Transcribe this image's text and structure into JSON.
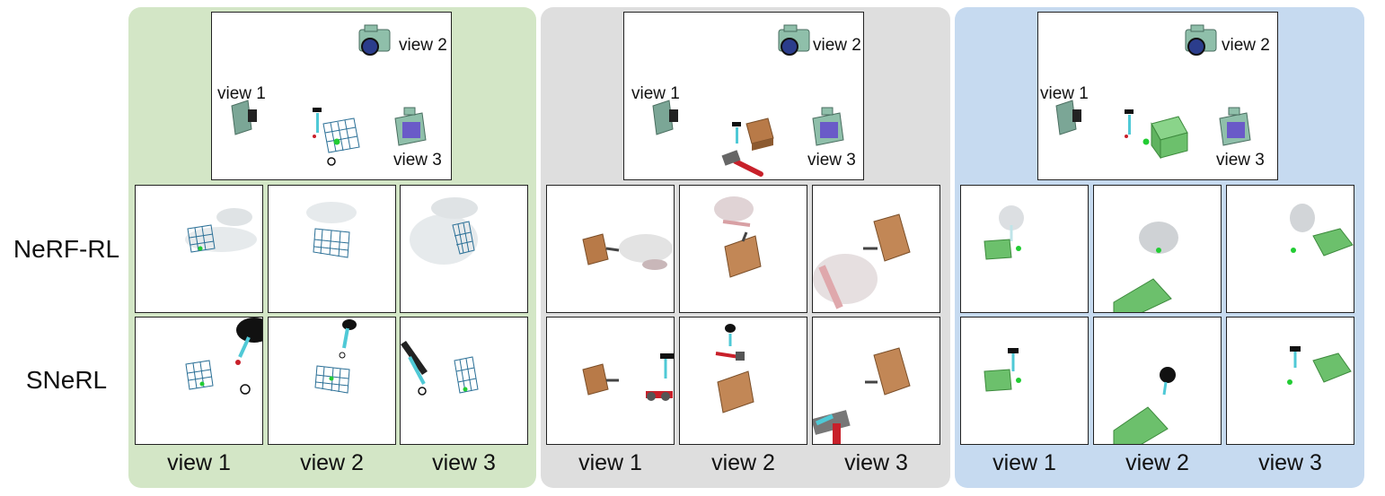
{
  "row_labels": [
    "NeRF-RL",
    "SNeRL"
  ],
  "view_labels": [
    "view 1",
    "view 2",
    "view 3"
  ],
  "panels": [
    {
      "name": "soccer",
      "bg": "#d3e6c6"
    },
    {
      "name": "hammer",
      "bg": "#dedede"
    },
    {
      "name": "drawer",
      "bg": "#c6daf0"
    }
  ],
  "colors": {
    "goal": "#2a6f96",
    "box": "#b87a48",
    "drawer": "#6cc06c",
    "hammer": "#c8202a",
    "arm": "#4fc9d6"
  }
}
